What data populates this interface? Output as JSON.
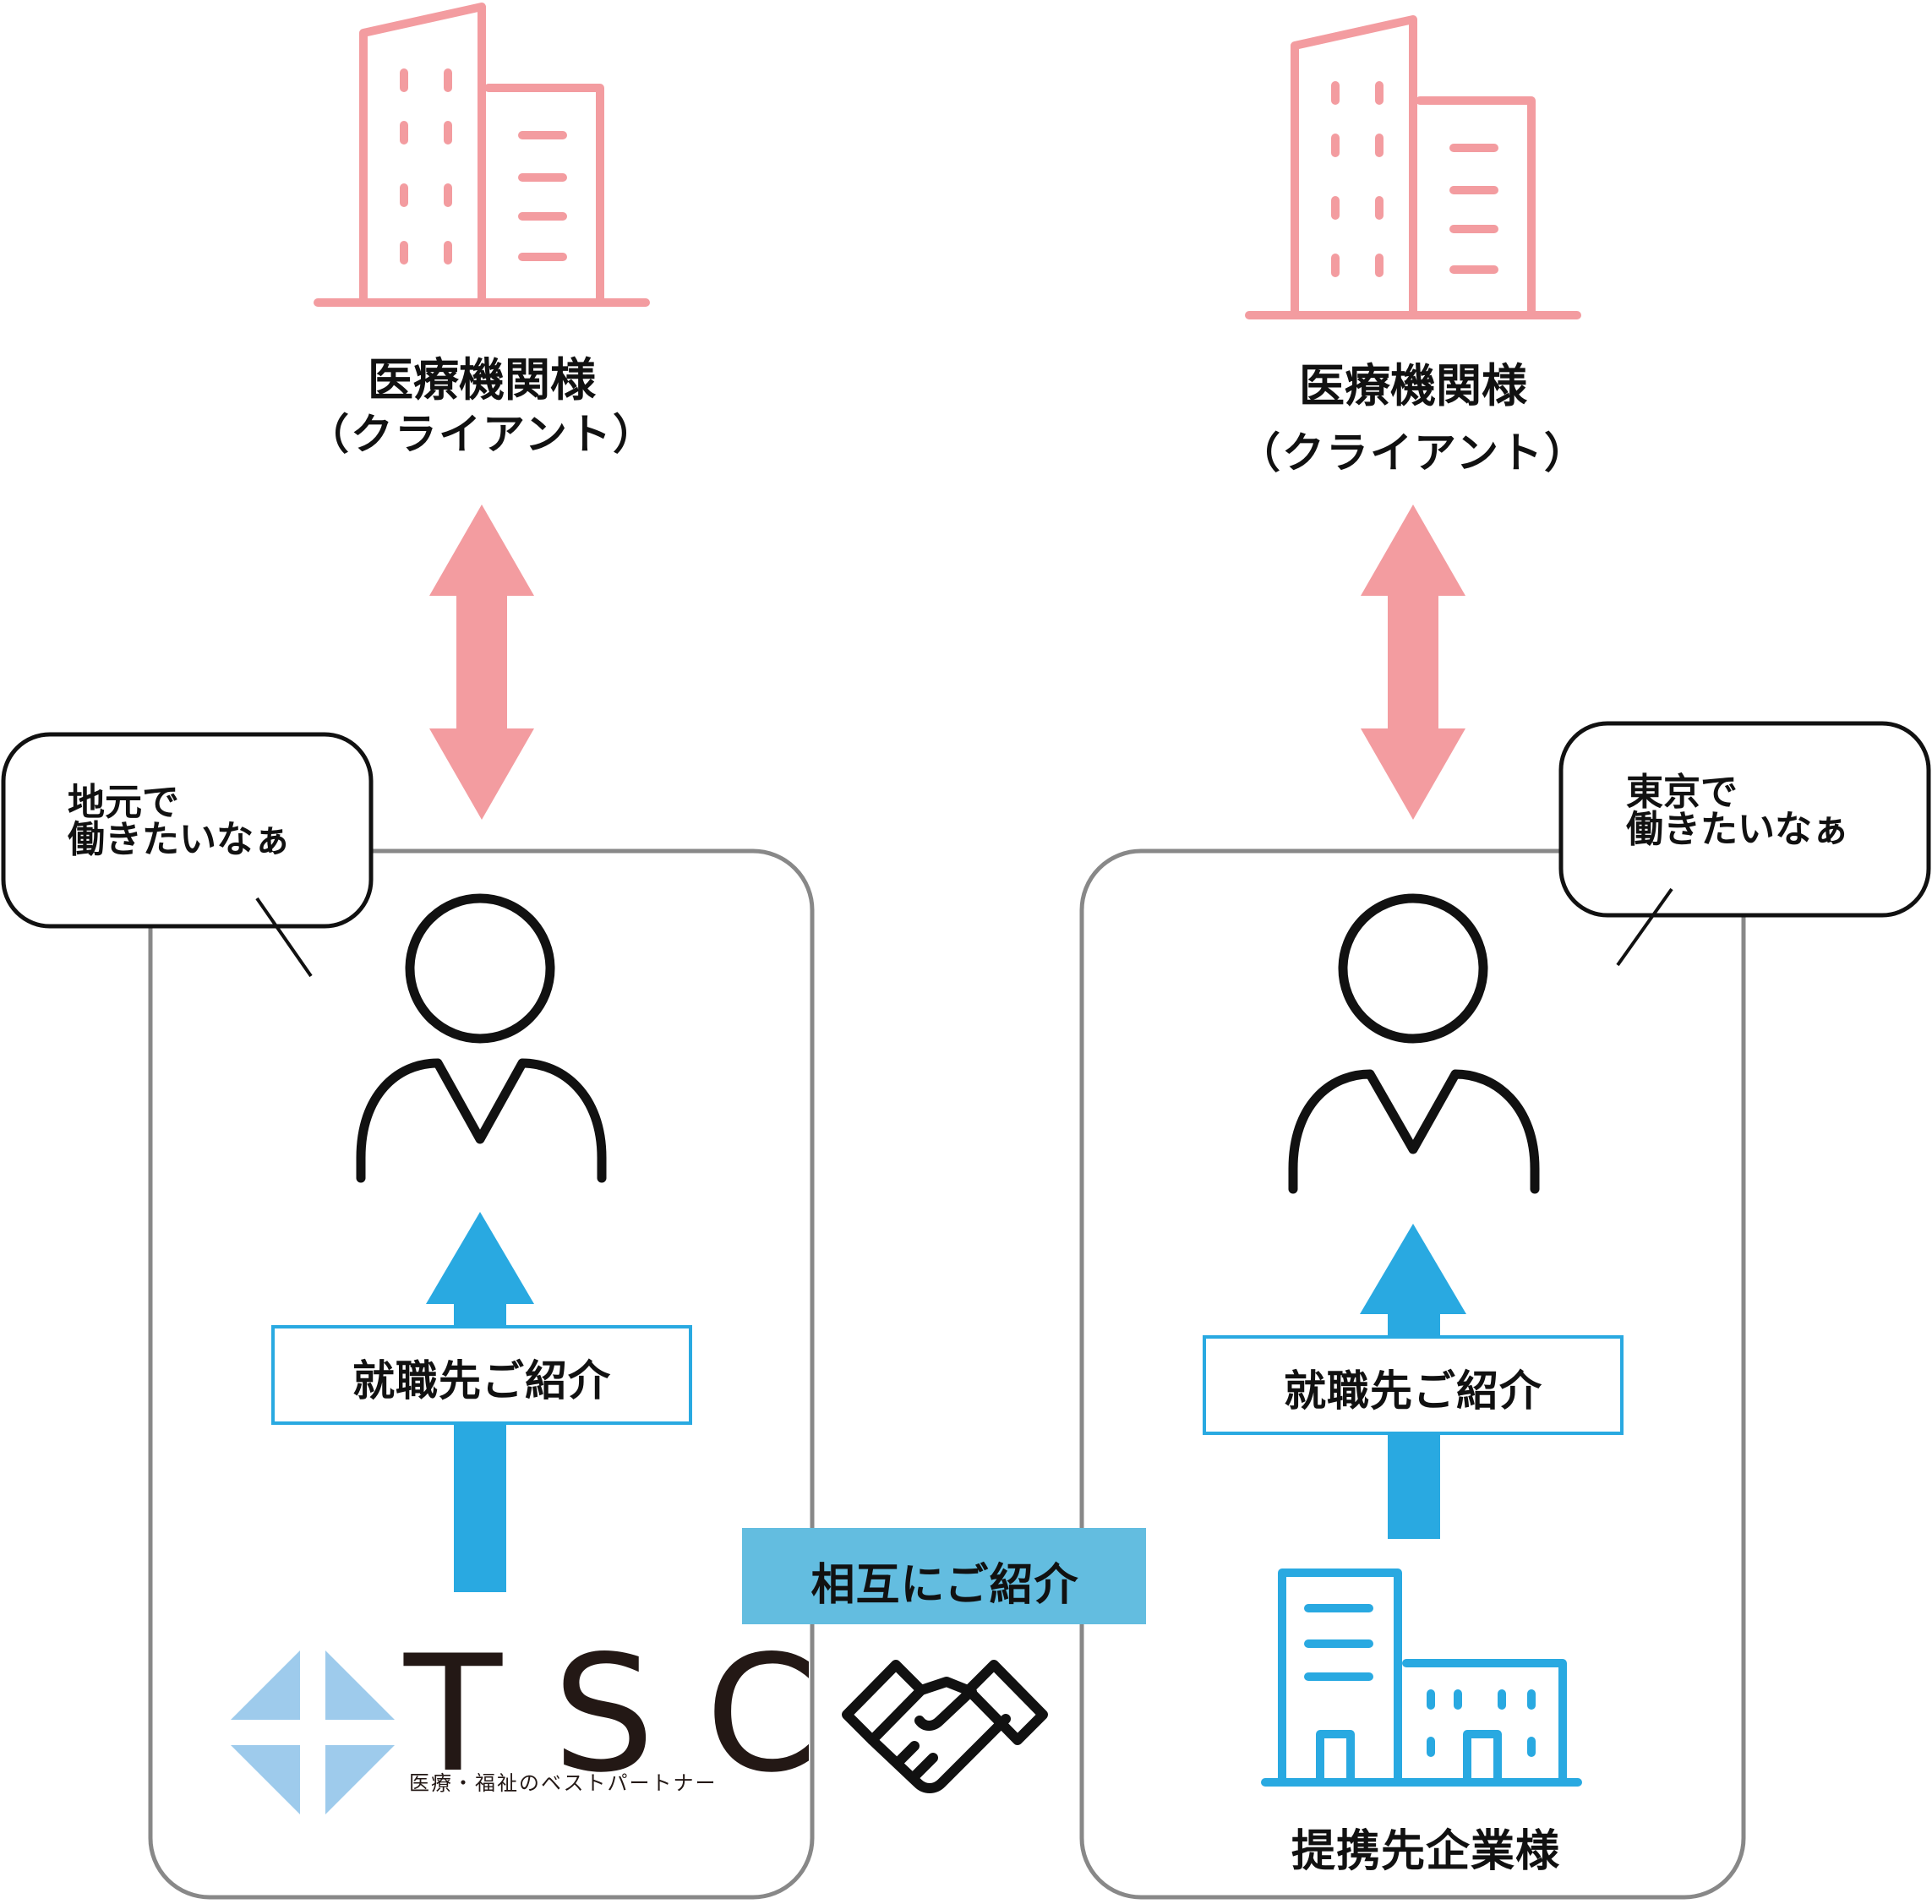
{
  "colors": {
    "pink": "#f39ca0",
    "blue": "#29a9e1",
    "light_blue_box": "#63bde0",
    "logo_blue": "#9ecbec",
    "gray_border": "#888888",
    "black": "#111111"
  },
  "left_client": {
    "title": "医療機関様",
    "subtitle": "（クライアント）",
    "icon": "office-building-icon"
  },
  "right_client": {
    "title": "医療機関様",
    "subtitle": "（クライアント）",
    "icon": "office-building-icon"
  },
  "left_panel": {
    "bubble_line1": "地元で",
    "bubble_line2": "働きたいなぁ",
    "person_icon": "person-icon",
    "tag": "就職先ご紹介",
    "logo_letters": "TSC",
    "logo_tagline": "医療・福祉のベストパートナー"
  },
  "right_panel": {
    "bubble_line1": "東京で",
    "bubble_line2": "働きたいなぁ",
    "person_icon": "person-icon",
    "tag": "就職先ご紹介",
    "partner_label": "提携先企業様",
    "partner_icon": "company-building-icon"
  },
  "center": {
    "mutual_label": "相互にご紹介",
    "handshake_icon": "handshake-icon"
  }
}
